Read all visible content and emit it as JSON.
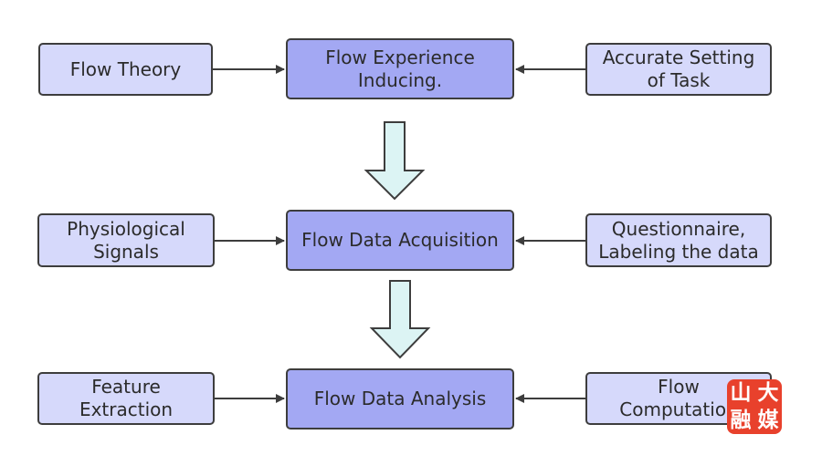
{
  "row1": {
    "left": "Flow Theory",
    "center": "Flow Experience\nInducing.",
    "right": "Accurate Setting\nof Task"
  },
  "row2": {
    "left": "Physiological\nSignals",
    "center": "Flow Data Acquisition",
    "right": "Questionnaire,\nLabeling the data"
  },
  "row3": {
    "left": "Feature\nExtraction",
    "center": "Flow Data Analysis",
    "right": "Flow\nComputation"
  },
  "watermark": {
    "chars": [
      "山",
      "大",
      "融",
      "媒"
    ]
  },
  "colors": {
    "side_box": "#d6d9fb",
    "center_box": "#a3a8f3",
    "down_arrow_fill": "#dcf4f4",
    "logo": "#e8412c"
  }
}
